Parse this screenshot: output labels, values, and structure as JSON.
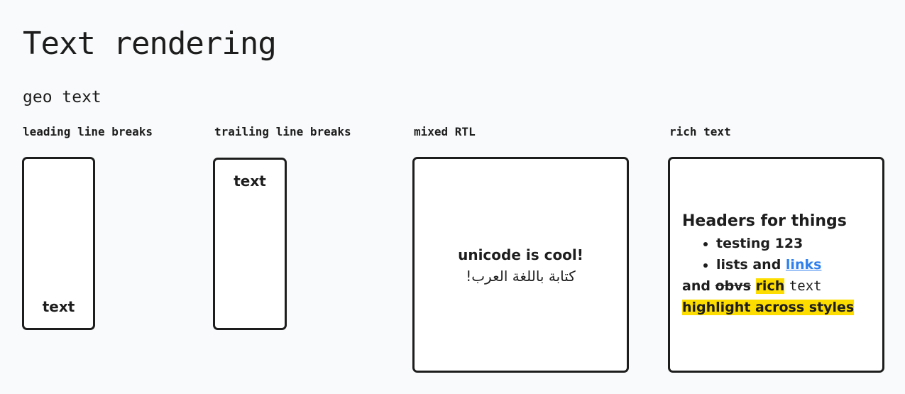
{
  "page": {
    "title": "Text rendering",
    "section_title": "geo text"
  },
  "examples": {
    "leading": {
      "label": "leading line breaks",
      "text": "text"
    },
    "trailing": {
      "label": "trailing line breaks",
      "text": "text"
    },
    "mixed": {
      "label": "mixed RTL",
      "line1": "unicode is cool!",
      "line2": "كتابة باللغة  العرب!"
    },
    "rich": {
      "label": "rich text",
      "heading": "Headers for things",
      "list": [
        "testing 123",
        "lists and"
      ],
      "link_text": "links",
      "line_and": "and",
      "line_strike": "obvs",
      "line_highlight": "rich",
      "line_code": "text",
      "highlight_line": "highlight across styles"
    }
  },
  "colors": {
    "background": "#f9fafb",
    "stroke": "#1d1d1d",
    "link": "#2f80ed",
    "highlight": "#fddd00"
  }
}
